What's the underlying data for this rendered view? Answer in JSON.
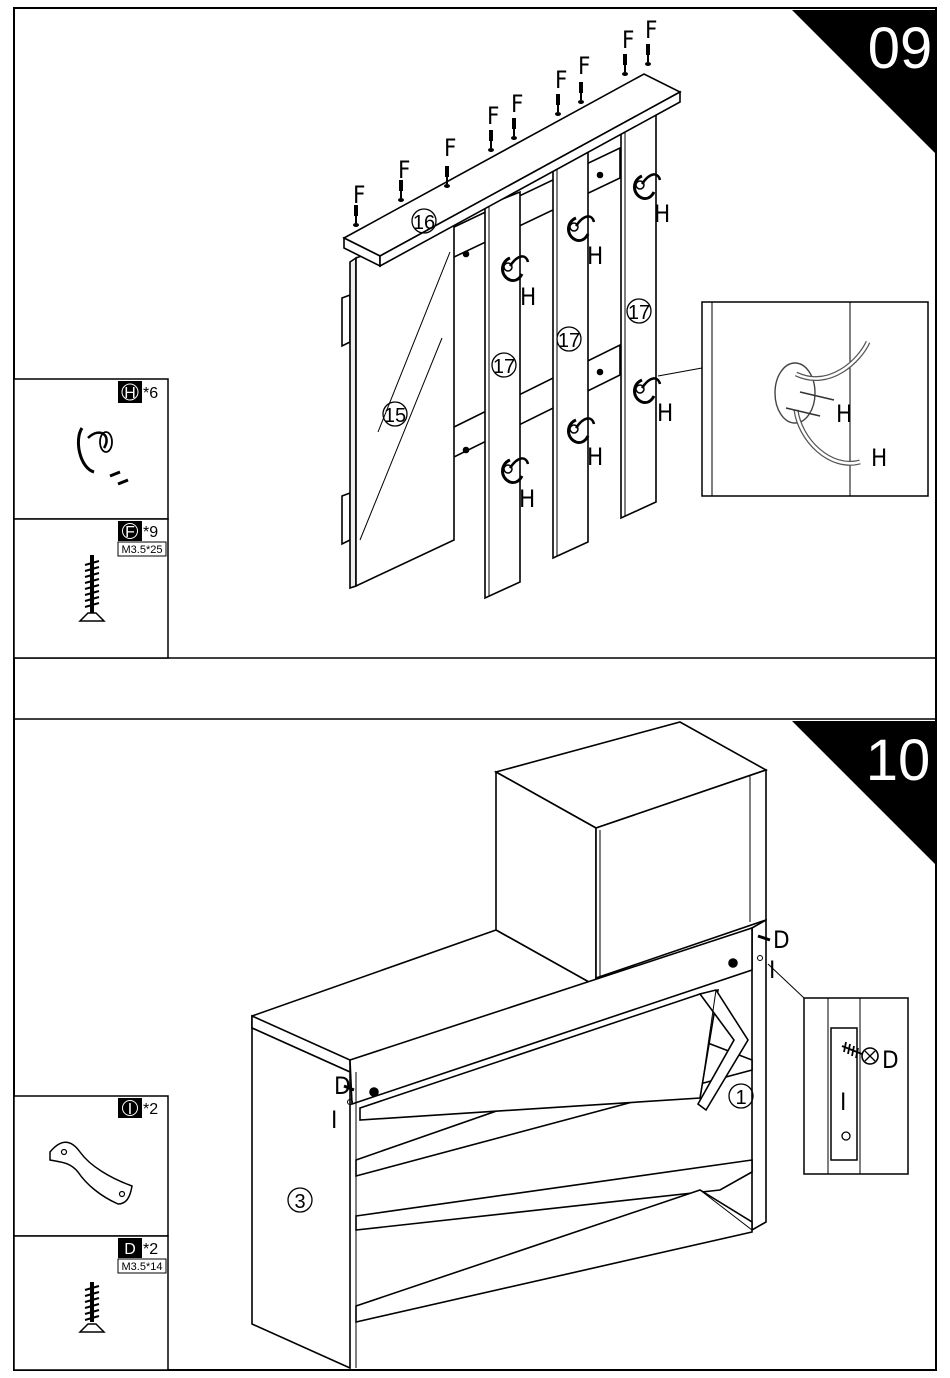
{
  "step09": {
    "number": "09",
    "callouts": {
      "mirror": "15",
      "top_shelf": "16",
      "board_left": "17",
      "board_middle": "17",
      "board_right": "17"
    },
    "screw_label": "F",
    "hook_label": "H"
  },
  "step10": {
    "number": "10",
    "callouts": {
      "cabinet_front": "1",
      "side_panel": "3"
    },
    "screw_label": "D",
    "bracket_label": "I"
  },
  "parts": [
    {
      "code": "H",
      "qty": "*6",
      "size": ""
    },
    {
      "code": "F",
      "qty": "*9",
      "size": "M3.5*25"
    },
    {
      "code": "I",
      "qty": "*2",
      "size": ""
    },
    {
      "code": "D",
      "qty": "*2",
      "size": "M3.5*14"
    }
  ]
}
